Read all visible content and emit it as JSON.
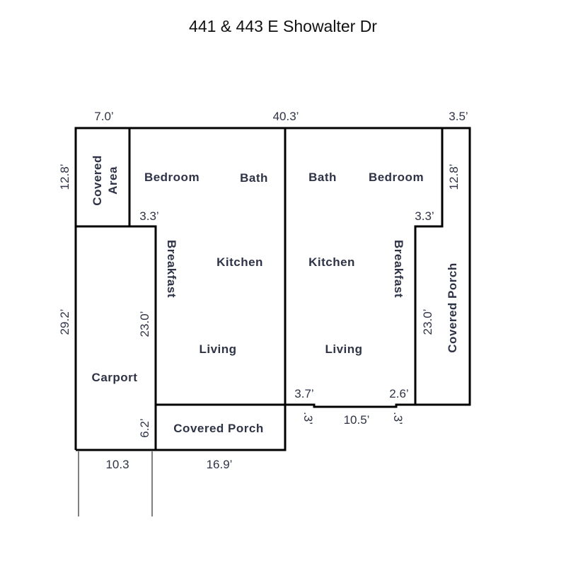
{
  "title": "441 & 443 E Showalter Dr",
  "rooms": {
    "covered_area": [
      "Covered",
      "Area"
    ],
    "bedroom_left": "Bedroom",
    "bath_left": "Bath",
    "bath_right": "Bath",
    "bedroom_right": "Bedroom",
    "breakfast_left": "Breakfast",
    "kitchen_left": "Kitchen",
    "kitchen_right": "Kitchen",
    "breakfast_right": "Breakfast",
    "living_left": "Living",
    "living_right": "Living",
    "carport": "Carport",
    "covered_porch_bottom": "Covered Porch",
    "covered_porch_right": "Covered Porch"
  },
  "dimensions": {
    "top_left": "7.0’",
    "top_middle": "40.3’",
    "top_right": "3.5’",
    "left_upper": "12.8’",
    "left_lower": "29.2’",
    "right_upper": "12.8’",
    "step_left": "3.3’",
    "step_right": "3.3’",
    "inner_left": "23.0’",
    "inner_right": "23.0’",
    "carport_porch": "6.2’",
    "notch_left_top": "3.7’",
    "notch_right_top": "2.6’",
    "notch_left_depth": ".3’",
    "notch_right_depth": ".3’",
    "notch_width": "10.5’",
    "bottom_carport": "10.3",
    "bottom_porch": "16.9’"
  }
}
